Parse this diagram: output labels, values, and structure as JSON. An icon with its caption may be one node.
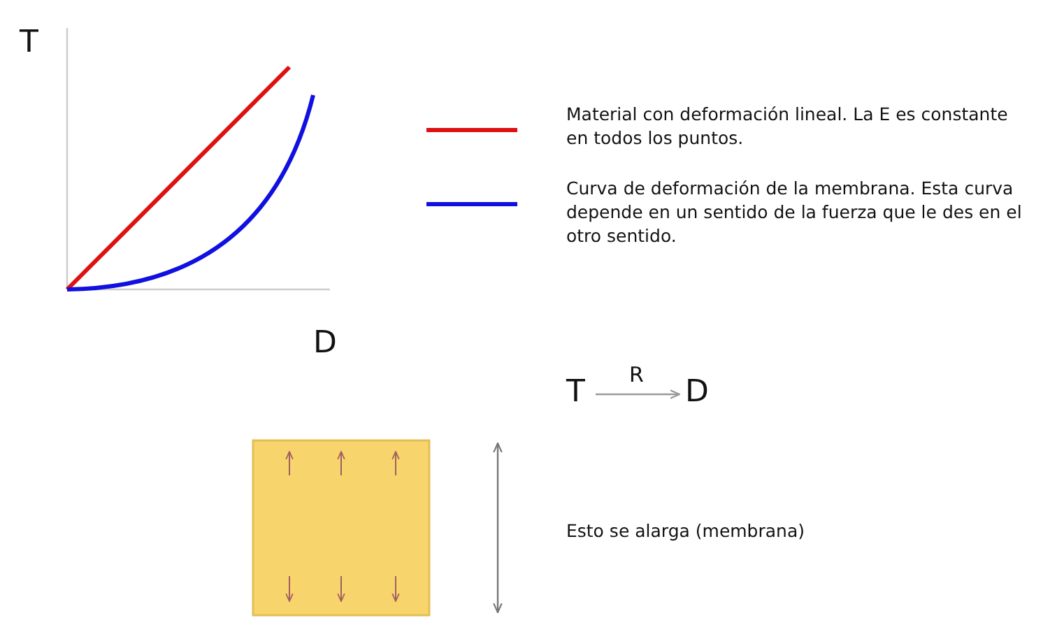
{
  "diagram": {
    "nodes": [
      {
        "text": [
          "T"
        ]
      },
      {
        "text": [
          "D"
        ]
      }
    ],
    "edges": [
      {
        "from": 0,
        "to": 1,
        "arrow": "to",
        "label": "R"
      }
    ],
    "labels": [
      "T",
      "D",
      "Esto se alarga (membrana)"
    ],
    "legend": [
      {
        "text": "Material con deformación lineal. La E es constante en todos los puntos."
      },
      {
        "text": "Curva de deformación de la membrana. Esta curva depende en un sentido de la fuerza que le des en el otro sentido."
      }
    ]
  }
}
